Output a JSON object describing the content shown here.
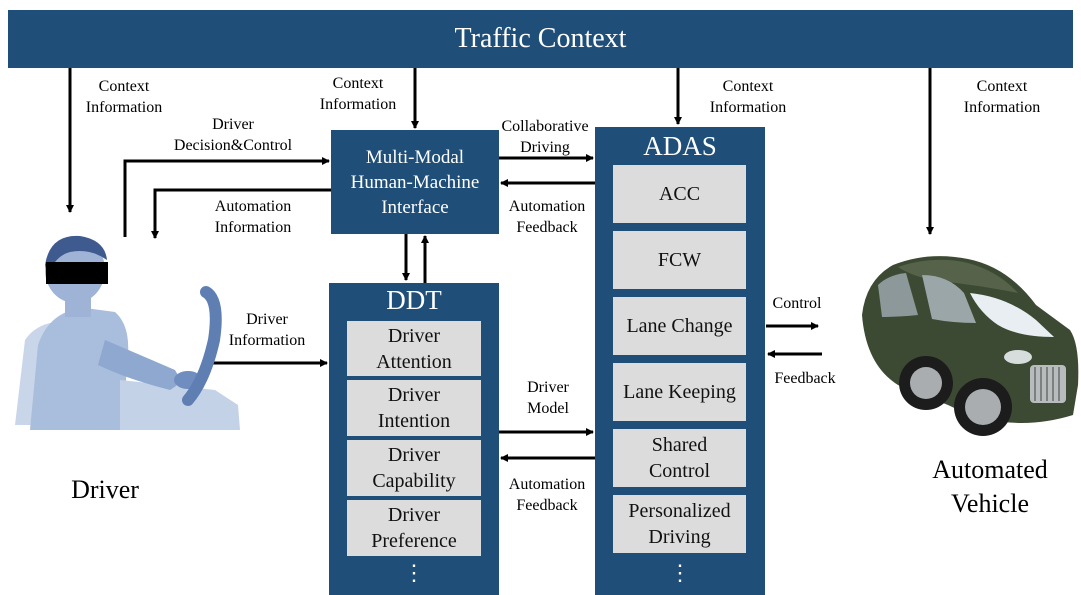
{
  "banner": {
    "title": "Traffic Context"
  },
  "hmi": {
    "label": "Multi-Modal\nHuman-Machine\nInterface"
  },
  "ddt": {
    "title": "DDT",
    "items": [
      "Driver\nAttention",
      "Driver\nIntention",
      "Driver\nCapability",
      "Driver\nPreference"
    ],
    "more": "⋮"
  },
  "adas": {
    "title": "ADAS",
    "items": [
      "ACC",
      "FCW",
      "Lane Change",
      "Lane Keeping",
      "Shared\nControl",
      "Personalized\nDriving"
    ],
    "more": "⋮"
  },
  "labels": {
    "context_info_1": "Context\nInformation",
    "context_info_2": "Context\nInformation",
    "context_info_3": "Context\nInformation",
    "context_info_4": "Context\nInformation",
    "driver_decision": "Driver\nDecision&Control",
    "automation_info": "Automation\nInformation",
    "collab_driving": "Collaborative\nDriving",
    "automation_feedback_top": "Automation\nFeedback",
    "driver_information": "Driver\nInformation",
    "driver_model": "Driver\nModel",
    "automation_feedback_bottom": "Automation\nFeedback",
    "control": "Control",
    "feedback": "Feedback"
  },
  "captions": {
    "driver": "Driver",
    "vehicle": "Automated\nVehicle"
  },
  "colors": {
    "box": "#1f4e79",
    "item": "#dcdcdc",
    "arrow": "#000000"
  }
}
